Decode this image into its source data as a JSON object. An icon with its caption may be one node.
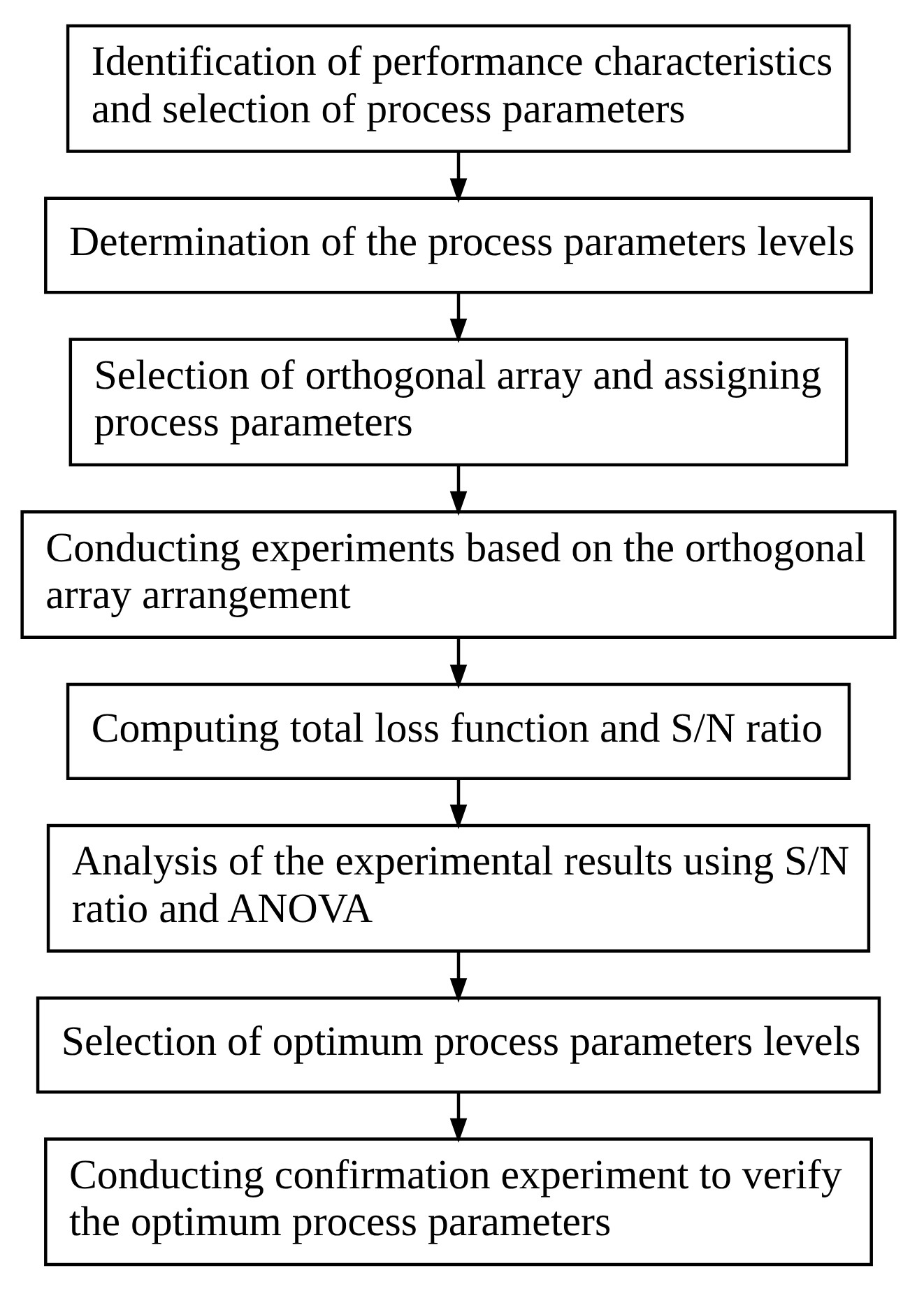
{
  "diagram": {
    "nodes": [
      {
        "text": [
          "Identification of performance characteristics and selection of process parameters"
        ]
      },
      {
        "text": [
          "Determination of the process parameters levels"
        ]
      },
      {
        "text": [
          "Selection of orthogonal array and assigning process parameters"
        ]
      },
      {
        "text": [
          "Conducting experiments based on the orthogonal array arrangement"
        ]
      },
      {
        "text": [
          "Computing total loss function and S/N ratio"
        ]
      },
      {
        "text": [
          "Analysis of the experimental results using S/N ratio and ANOVA"
        ]
      },
      {
        "text": [
          "Selection of optimum process parameters levels"
        ]
      },
      {
        "text": [
          "Conducting confirmation experiment to verify the optimum process parameters"
        ]
      }
    ],
    "edges": [
      {
        "from": 0,
        "to": 1,
        "arrow": "to"
      },
      {
        "from": 1,
        "to": 2,
        "arrow": "to"
      },
      {
        "from": 2,
        "to": 3,
        "arrow": "to"
      },
      {
        "from": 3,
        "to": 4,
        "arrow": "to"
      },
      {
        "from": 4,
        "to": 5,
        "arrow": "to"
      },
      {
        "from": 5,
        "to": 6,
        "arrow": "to"
      },
      {
        "from": 6,
        "to": 7,
        "arrow": "to"
      }
    ]
  }
}
